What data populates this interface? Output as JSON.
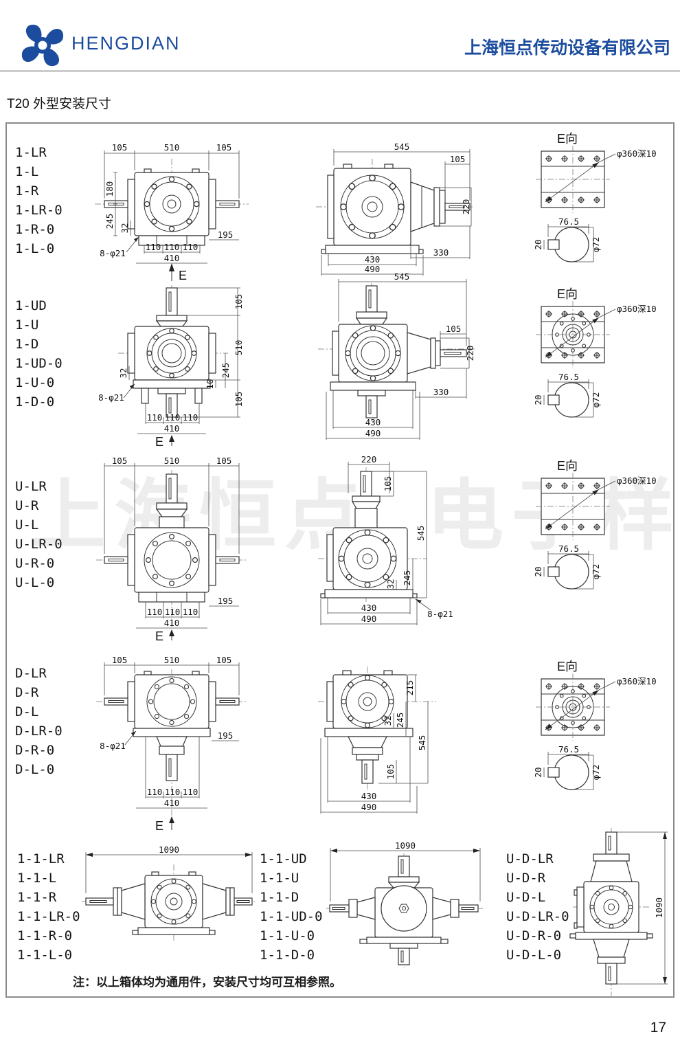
{
  "header": {
    "brand": "HENGDIAN",
    "company": "上海恒点传动设备有限公司"
  },
  "title": "T20 外型安装尺寸",
  "watermark": "上海恒点 电子样本",
  "note": "注：以上箱体均为通用件，安装尺寸均可互相参照。",
  "page_number": "17",
  "eview": {
    "title": "E向",
    "hole_note": "φ360深10",
    "key_width": "76.5",
    "key_height": "20",
    "shaft_dia": "φ72"
  },
  "rows": [
    {
      "models": [
        "1-LR",
        "1-L",
        "1-R",
        "1-LR-0",
        "1-R-0",
        "1-L-0"
      ],
      "front": {
        "t1": "105",
        "t2": "510",
        "t3": "105",
        "h180": "180",
        "h245": "245",
        "s32": "32",
        "b1": "110",
        "b2": "110",
        "b3": "110",
        "total": "410",
        "r195": "195",
        "holes": "8-φ21",
        "e": "E"
      },
      "side": {
        "d545": "545",
        "d105": "105",
        "d220": "220",
        "d330": "330",
        "d430": "430",
        "d490": "490"
      }
    },
    {
      "models": [
        "1-UD",
        "1-U",
        "1-D",
        "1-UD-0",
        "1-U-0",
        "1-D-0"
      ],
      "front": {
        "t105": "105",
        "m510": "510",
        "b105": "105",
        "d245": "245",
        "d10": "10",
        "s32": "32",
        "b1": "110",
        "b2": "110",
        "b3": "110",
        "total": "410",
        "holes": "8-φ21",
        "e": "E"
      },
      "side": {
        "d545": "545",
        "d105": "105",
        "d220": "220",
        "d330": "330",
        "d430": "430",
        "d490": "490"
      }
    },
    {
      "models": [
        "U-LR",
        "U-R",
        "U-L",
        "U-LR-0",
        "U-R-0",
        "U-L-0"
      ],
      "front": {
        "t1": "105",
        "t2": "510",
        "t3": "105",
        "b1": "110",
        "b2": "110",
        "b3": "110",
        "total": "410",
        "r195": "195",
        "e": "E"
      },
      "side": {
        "d220": "220",
        "d105": "105",
        "d545": "545",
        "s32": "32",
        "d245": "245",
        "d430": "430",
        "d490": "490",
        "holes": "8-φ21"
      }
    },
    {
      "models": [
        "D-LR",
        "D-R",
        "D-L",
        "D-LR-0",
        "D-R-0",
        "D-L-0"
      ],
      "front": {
        "t1": "105",
        "t2": "510",
        "t3": "105",
        "b1": "110",
        "b2": "110",
        "b3": "110",
        "total": "410",
        "r195": "195",
        "holes": "8-φ21",
        "e": "E"
      },
      "side": {
        "d215": "215",
        "s32": "32",
        "d245": "245",
        "d545": "545",
        "d105": "105",
        "d430": "430",
        "d490": "490"
      }
    },
    {
      "groups": [
        {
          "models": [
            "1-1-LR",
            "1-1-L",
            "1-1-R",
            "1-1-LR-0",
            "1-1-R-0",
            "1-1-L-0"
          ],
          "dim": "1090"
        },
        {
          "models": [
            "1-1-UD",
            "1-1-U",
            "1-1-D",
            "1-1-UD-0",
            "1-1-U-0",
            "1-1-D-0"
          ],
          "dim": "1090"
        },
        {
          "models": [
            "U-D-LR",
            "U-D-R",
            "U-D-L",
            "U-D-LR-0",
            "U-D-R-0",
            "U-D-L-0"
          ],
          "dim": "1090"
        }
      ]
    }
  ]
}
